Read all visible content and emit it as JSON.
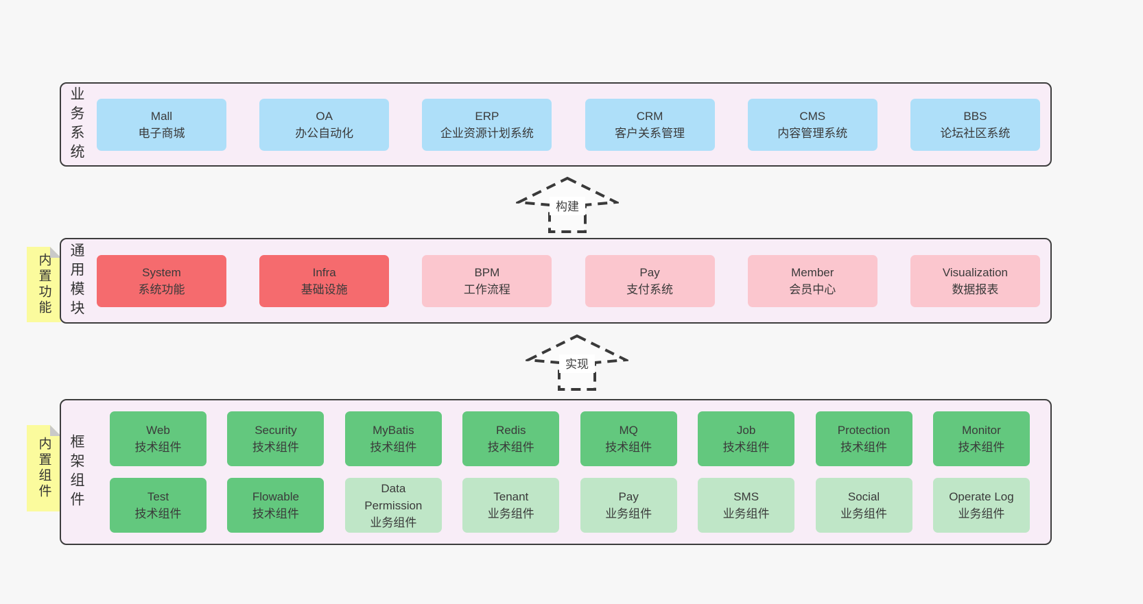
{
  "page": {
    "background": "#f7f7f7"
  },
  "colors": {
    "panel_fill": "#f8edf7",
    "panel_border": "#3d3d3d",
    "note_yellow": "#fbfb9d",
    "note_fold_gray": "#c9c9c9",
    "box_blue": "#aedff9",
    "box_red": "#f56b6e",
    "box_pink": "#fbc6ce",
    "box_green": "#63c87e",
    "box_light_green": "#bfe6c7",
    "text": "#3a3a3a"
  },
  "arrows": [
    {
      "label": "构建"
    },
    {
      "label": "实现"
    }
  ],
  "sections": {
    "business": {
      "label": "业务系统",
      "boxes": [
        {
          "title": "Mall",
          "subtitle": "电子商城"
        },
        {
          "title": "OA",
          "subtitle": "办公自动化"
        },
        {
          "title": "ERP",
          "subtitle": "企业资源计划系统"
        },
        {
          "title": "CRM",
          "subtitle": "客户关系管理"
        },
        {
          "title": "CMS",
          "subtitle": "内容管理系统"
        },
        {
          "title": "BBS",
          "subtitle": "论坛社区系统"
        }
      ]
    },
    "modules": {
      "label": "通用模块",
      "note": "内置功能",
      "boxes": [
        {
          "title": "System",
          "subtitle": "系统功能",
          "variant": "red"
        },
        {
          "title": "Infra",
          "subtitle": "基础设施",
          "variant": "red"
        },
        {
          "title": "BPM",
          "subtitle": "工作流程",
          "variant": "pink"
        },
        {
          "title": "Pay",
          "subtitle": "支付系统",
          "variant": "pink"
        },
        {
          "title": "Member",
          "subtitle": "会员中心",
          "variant": "pink"
        },
        {
          "title": "Visualization",
          "subtitle": "数据报表",
          "variant": "pink"
        }
      ]
    },
    "components": {
      "label": "框架组件",
      "note": "内置组件",
      "rows": [
        [
          {
            "title": "Web",
            "subtitle": "技术组件",
            "variant": "green"
          },
          {
            "title": "Security",
            "subtitle": "技术组件",
            "variant": "green"
          },
          {
            "title": "MyBatis",
            "subtitle": "技术组件",
            "variant": "green"
          },
          {
            "title": "Redis",
            "subtitle": "技术组件",
            "variant": "green"
          },
          {
            "title": "MQ",
            "subtitle": "技术组件",
            "variant": "green"
          },
          {
            "title": "Job",
            "subtitle": "技术组件",
            "variant": "green"
          },
          {
            "title": "Protection",
            "subtitle": "技术组件",
            "variant": "green"
          },
          {
            "title": "Monitor",
            "subtitle": "技术组件",
            "variant": "green"
          }
        ],
        [
          {
            "title": "Test",
            "subtitle": "技术组件",
            "variant": "green"
          },
          {
            "title": "Flowable",
            "subtitle": "技术组件",
            "variant": "green"
          },
          {
            "title": "Data Permission",
            "subtitle": "业务组件",
            "variant": "light-green"
          },
          {
            "title": "Tenant",
            "subtitle": "业务组件",
            "variant": "light-green"
          },
          {
            "title": "Pay",
            "subtitle": "业务组件",
            "variant": "light-green"
          },
          {
            "title": "SMS",
            "subtitle": "业务组件",
            "variant": "light-green"
          },
          {
            "title": "Social",
            "subtitle": "业务组件",
            "variant": "light-green"
          },
          {
            "title": "Operate Log",
            "subtitle": "业务组件",
            "variant": "light-green"
          }
        ]
      ]
    }
  }
}
